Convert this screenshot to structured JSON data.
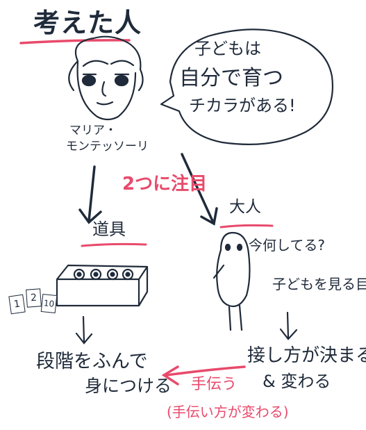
{
  "title": "考えた人",
  "person": {
    "name_line1": "マリア・",
    "name_line2": "モンテッソーリ"
  },
  "speech": {
    "line1": "子どもは",
    "line2": "自分で育つ",
    "line3": "チカラがある!"
  },
  "focus_label": "2つに注目",
  "tools": {
    "label": "道具",
    "cards": [
      "1",
      "2",
      "10"
    ]
  },
  "adult": {
    "label": "大人",
    "thought1": "今何してる?",
    "thought2": "子どもを見る目"
  },
  "outcome_tools": {
    "line1": "段階をふんで",
    "line2": "身につける"
  },
  "outcome_adult": {
    "line1": "接し方が決まる",
    "line2": "& 変わる"
  },
  "help": {
    "label": "手伝う",
    "note": "(手伝い方が変わる)"
  },
  "colors": {
    "ink": "#1f2a3a",
    "accent": "#e84a6b"
  }
}
